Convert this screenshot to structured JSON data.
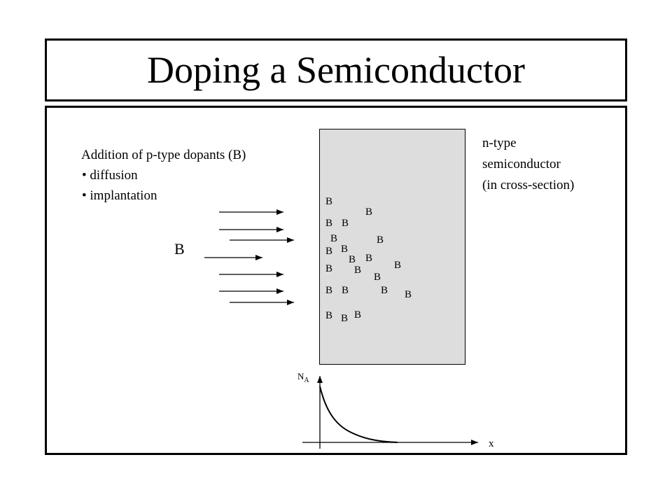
{
  "slide": {
    "title": "Doping a Semiconductor",
    "description": {
      "heading": "Addition of p-type dopants (B)",
      "bullets": [
        {
          "marker": "•",
          "text": "diffusion"
        },
        {
          "marker": "•",
          "text": "implantation"
        }
      ]
    },
    "incident_species_label": "B",
    "substrate_label": [
      "n-type",
      "semiconductor",
      "(in cross-section)"
    ],
    "dopants": [
      "B",
      "B",
      "B",
      "B",
      "B",
      "B",
      "B",
      "B",
      "B",
      "B",
      "B",
      "B",
      "B",
      "B",
      "B",
      "B",
      "B",
      "B",
      "B",
      "B",
      "B"
    ],
    "profile_plot": {
      "y_axis_label": {
        "main": "N",
        "subscript": "A"
      },
      "x_axis_label": "x"
    },
    "colors": {
      "substrate_fill": "#dddddd",
      "line": "#000000"
    }
  }
}
